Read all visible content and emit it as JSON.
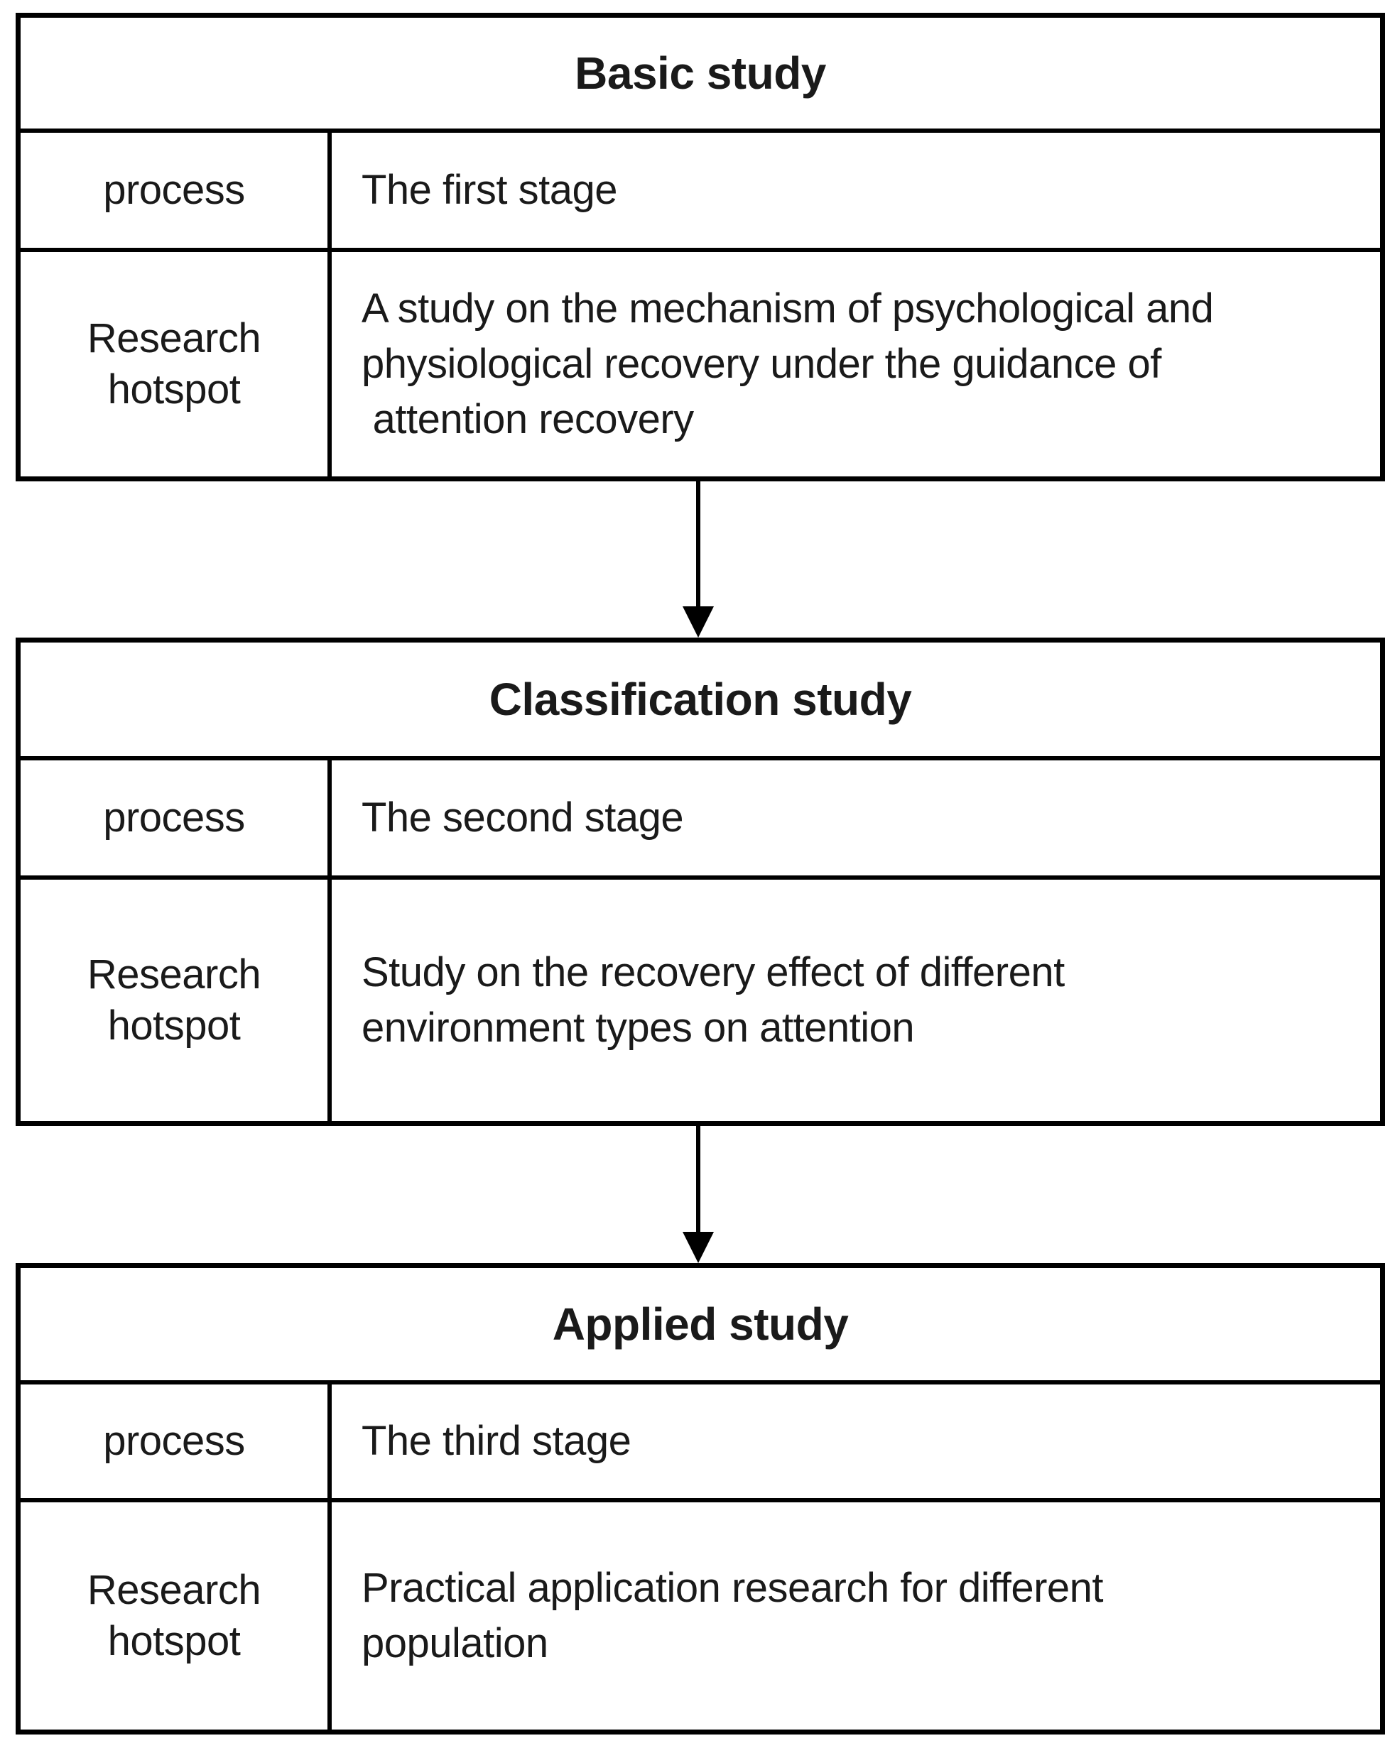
{
  "diagram": {
    "colors": {
      "border": "#000000",
      "text": "#1a1a1a",
      "background": "#ffffff"
    },
    "connectors": [
      {
        "name": "down-arrow-icon"
      },
      {
        "name": "down-arrow-icon"
      }
    ],
    "boxes": [
      {
        "title": "Basic study",
        "rows": [
          {
            "label": "process",
            "value": "The first stage"
          },
          {
            "label": "Research\nhotspot",
            "value": "A study on the mechanism of psychological and\nphysiological recovery under the guidance of\n attention recovery"
          }
        ]
      },
      {
        "title": "Classification study",
        "rows": [
          {
            "label": "process",
            "value": "The second stage"
          },
          {
            "label": "Research\nhotspot",
            "value": "Study on the recovery effect of different\nenvironment types on attention"
          }
        ]
      },
      {
        "title": "Applied study",
        "rows": [
          {
            "label": "process",
            "value": "The third stage"
          },
          {
            "label": "Research\nhotspot",
            "value": "Practical application research for different\npopulation"
          }
        ]
      }
    ]
  }
}
